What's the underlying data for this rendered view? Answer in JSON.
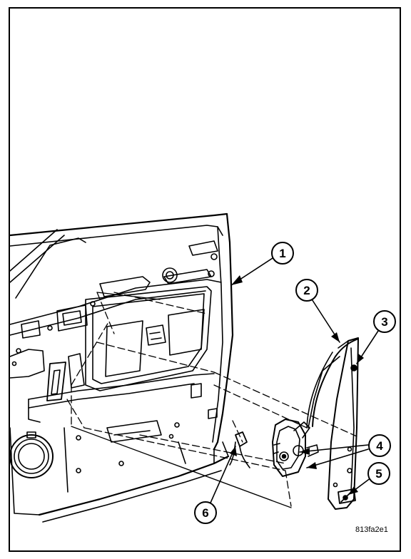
{
  "figure": {
    "code": "813fa2e1",
    "callouts": [
      {
        "label": "1",
        "part": "door-inner-panel"
      },
      {
        "label": "2",
        "part": "window-glass-run-channel"
      },
      {
        "label": "3",
        "part": "channel-bolt"
      },
      {
        "label": "4",
        "part": "regulator-mounting-fasteners"
      },
      {
        "label": "5",
        "part": "lower-bracket-bolt"
      },
      {
        "label": "6",
        "part": "wire-harness-connector"
      }
    ]
  },
  "colors": {
    "line": "#000000",
    "background": "#ffffff"
  }
}
